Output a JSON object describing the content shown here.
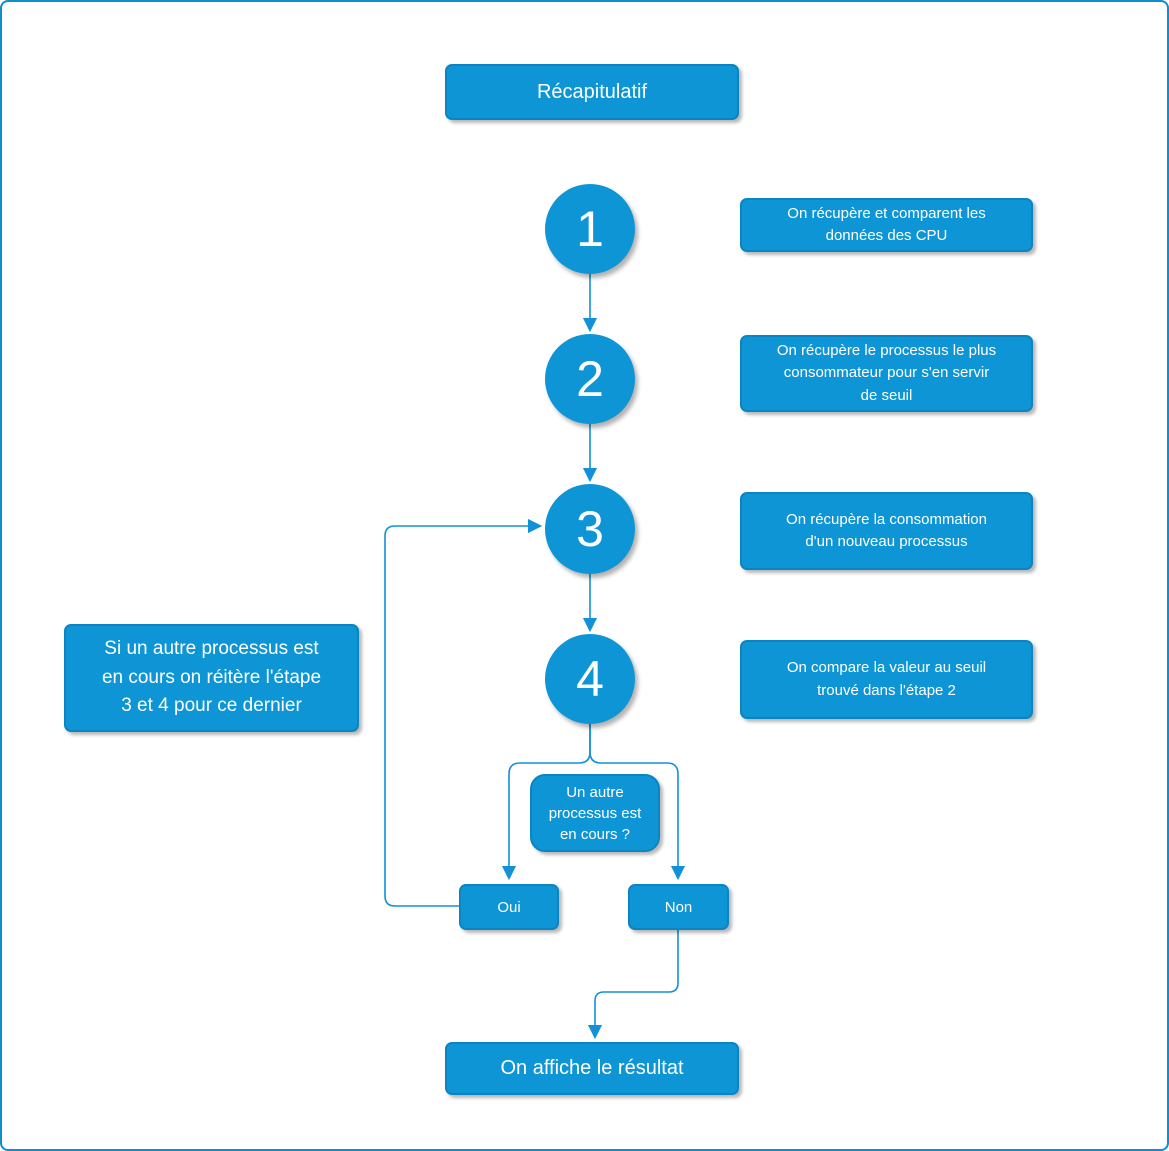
{
  "title": "Récapitulatif",
  "steps": [
    {
      "number": "1",
      "description": "On récupère et comparent les\ndonnées des CPU"
    },
    {
      "number": "2",
      "description": "On récupère le processus le plus\nconsommateur pour s'en servir\nde seuil"
    },
    {
      "number": "3",
      "description": "On récupère la consommation\nd'un nouveau processus"
    },
    {
      "number": "4",
      "description": "On compare la valeur au seuil\ntrouvé dans l'étape 2"
    }
  ],
  "side_note": "Si un autre processus est\nen cours on réitère l'étape\n3 et 4 pour ce dernier",
  "decision": {
    "question": "Un autre\nprocessus est\nen cours ?",
    "yes_label": "Oui",
    "no_label": "Non"
  },
  "result": "On affiche le résultat",
  "colors": {
    "node_fill": "#0e95d6",
    "node_border": "#0b85c2",
    "connector": "#1291d8",
    "frame_border": "#0d8ecf",
    "text": "#ffffff"
  }
}
